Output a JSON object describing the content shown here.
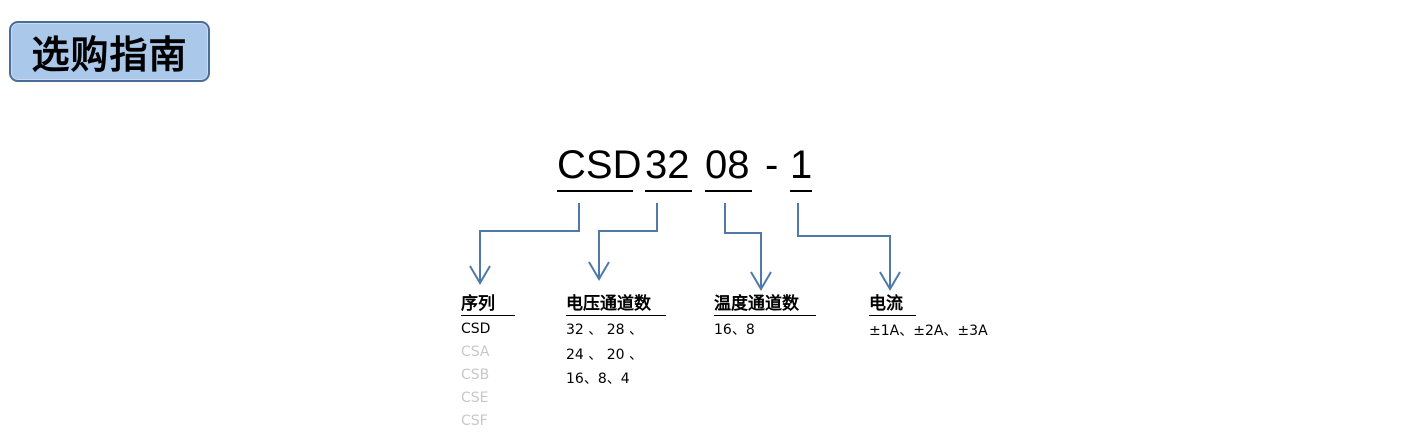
{
  "title": "选购指南",
  "model_code": {
    "prefix": "CSD",
    "voltage_channels": "32",
    "temperature_channels": "08",
    "separator": "-",
    "current": "1"
  },
  "columns": {
    "series": {
      "header": "序列",
      "options": [
        "CSD",
        "CSA",
        "CSB",
        "CSE",
        "CSF"
      ],
      "selected": "CSD"
    },
    "voltage": {
      "header": "电压通道数",
      "lines": [
        "32 、 28 、",
        "24 、 20 、",
        "16、8、4"
      ]
    },
    "temperature": {
      "header": "温度通道数",
      "lines": [
        "16、8"
      ]
    },
    "current": {
      "header": "电流",
      "lines": [
        "±1A、±2A、±3A"
      ]
    }
  },
  "colors": {
    "title_fill": "#a9c8ea",
    "title_border": "#4a6d98",
    "arrow": "#4f79a8",
    "dim_text": "#c8c8c8"
  }
}
